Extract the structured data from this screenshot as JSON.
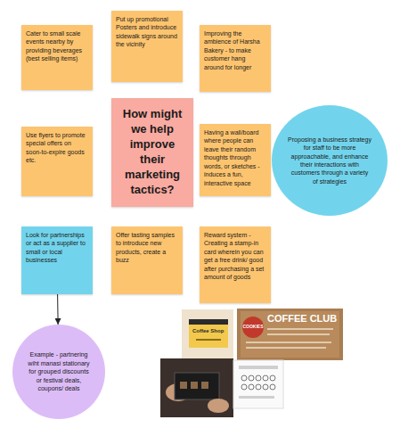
{
  "diagram": {
    "nodes": [
      {
        "text": [
          "Cater to small scale events nearby by providing beverages (best selling items)"
        ]
      },
      {
        "text": [
          "Put up promotional Posters and introduce sidewalk signs around the vicinity"
        ]
      },
      {
        "text": [
          "Improving the ambience of Harsha Bakery - to make customer hang around for longer"
        ]
      },
      {
        "text": [
          "How might we help improve their marketing tactics?"
        ]
      },
      {
        "text": [
          "Use flyers to promote special offers on soon-to-expire goods etc."
        ]
      },
      {
        "text": [
          "Having a wall/board where people can leave their random thoughts through words, or sketches - induces a fun, interactive space"
        ]
      },
      {
        "text": [
          "Proposing a business strategy for staff to be more approachable, and enhance their interactions with customers through a variety of strategies"
        ]
      },
      {
        "text": [
          "Look for partnerships or act as a supplier to small or local businesses"
        ]
      },
      {
        "text": [
          "Offer tasting samples to introduce new products, create a buzz"
        ]
      },
      {
        "text": [
          "Reward system - Creating a stamp-in card wherein you can get a free drink/ good after purchasing a set amount of goods"
        ]
      },
      {
        "text": [
          "Example - partnering wiht manasi stationary for grouped discounts or festival deals, coupons/ deals"
        ]
      }
    ],
    "edges": [
      {
        "from": 7,
        "to": 10,
        "arrow": "to"
      }
    ],
    "labels": [
      "COFFEE CLUB",
      "Coffee Shop",
      "COOKIES"
    ]
  }
}
